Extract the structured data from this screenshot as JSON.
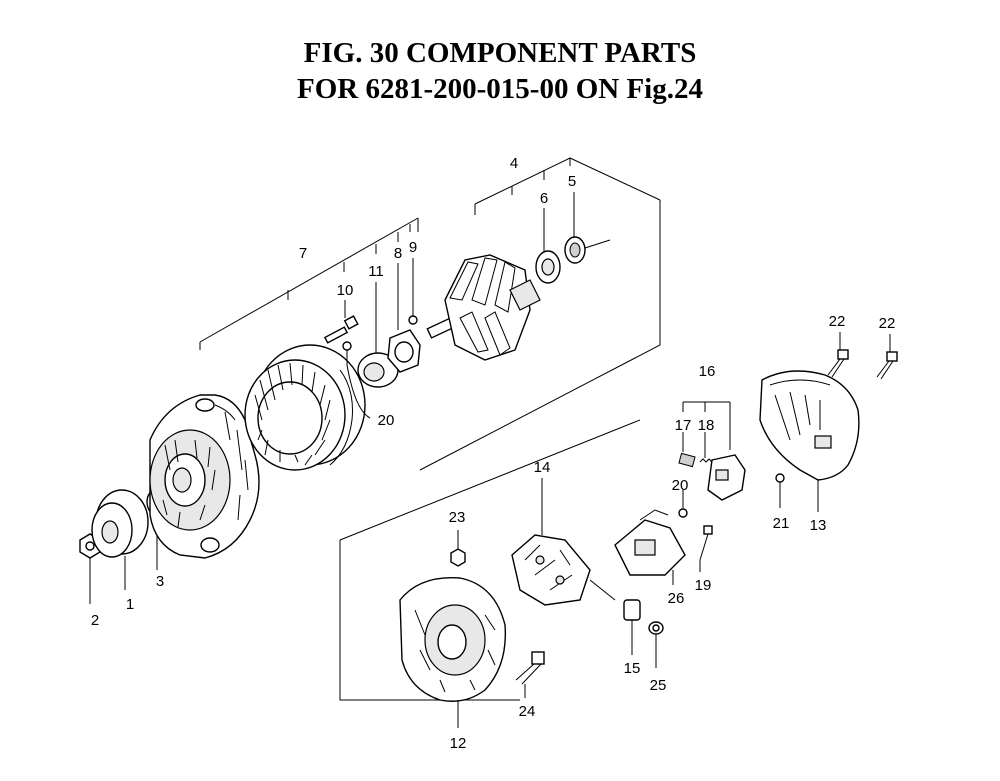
{
  "title": {
    "line1": "FIG. 30  COMPONENT PARTS",
    "line2": "FOR 6281-200-015-00 ON Fig.24"
  },
  "callouts": {
    "c1": "1",
    "c2": "2",
    "c3": "3",
    "c4": "4",
    "c5": "5",
    "c6": "6",
    "c7": "7",
    "c8": "8",
    "c9": "9",
    "c10": "10",
    "c11": "11",
    "c12": "12",
    "c13": "13",
    "c14": "14",
    "c15": "15",
    "c16": "16",
    "c17": "17",
    "c18": "18",
    "c19": "19",
    "c20a": "20",
    "c20b": "20",
    "c21": "21",
    "c22a": "22",
    "c22b": "22",
    "c23": "23",
    "c24": "24",
    "c25": "25",
    "c26": "26"
  }
}
